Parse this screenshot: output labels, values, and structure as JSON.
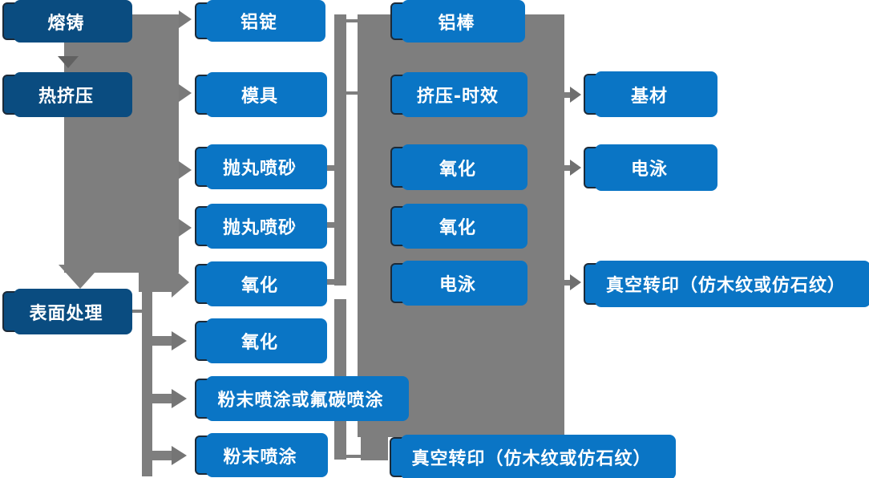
{
  "diagram": {
    "description": "Aluminium profile production process flow chart",
    "colors": {
      "stage_box": "#0a4c80",
      "process_box": "#0a75c5",
      "box_border": "#1c2a38",
      "box_text": "#ffffff",
      "connector_gray": "#7e7e7e",
      "arrow_dark_gray": "#616161",
      "background": "#ffffff"
    },
    "nodes": [
      {
        "id": "melting-casting",
        "label": "熔铸",
        "column": 1,
        "row": 1
      },
      {
        "id": "hot-extrusion",
        "label": "热挤压",
        "column": 1,
        "row": 2
      },
      {
        "id": "surface-treatment",
        "label": "表面处理",
        "column": 1,
        "row": 6
      },
      {
        "id": "aluminum-ingot",
        "label": "铝锭",
        "column": 2,
        "row": 1
      },
      {
        "id": "mold",
        "label": "模具",
        "column": 2,
        "row": 2
      },
      {
        "id": "shot-blasting-1",
        "label": "抛丸喷砂",
        "column": 2,
        "row": 3
      },
      {
        "id": "shot-blasting-2",
        "label": "抛丸喷砂",
        "column": 2,
        "row": 4
      },
      {
        "id": "oxidation-1",
        "label": "氧化",
        "column": 2,
        "row": 5
      },
      {
        "id": "oxidation-2",
        "label": "氧化",
        "column": 2,
        "row": 6
      },
      {
        "id": "powder-or-fluorocarbon",
        "label": "粉末喷涂或氟碳喷涂",
        "column": 2,
        "row": 7
      },
      {
        "id": "powder-coating",
        "label": "粉末喷涂",
        "column": 2,
        "row": 8
      },
      {
        "id": "aluminum-rod",
        "label": "铝棒",
        "column": 3,
        "row": 1
      },
      {
        "id": "extrusion-aging",
        "label": "挤压-时效",
        "column": 3,
        "row": 2
      },
      {
        "id": "oxidation-3",
        "label": "氧化",
        "column": 3,
        "row": 3
      },
      {
        "id": "oxidation-4",
        "label": "氧化",
        "column": 3,
        "row": 4
      },
      {
        "id": "electrophoresis-1",
        "label": "电泳",
        "column": 3,
        "row": 5
      },
      {
        "id": "vacuum-transfer-bottom",
        "label": "真空转印（仿木纹或仿石纹）",
        "column": 3,
        "row": 8
      },
      {
        "id": "base-material",
        "label": "基材",
        "column": 4,
        "row": 2
      },
      {
        "id": "electrophoresis-2",
        "label": "电泳",
        "column": 4,
        "row": 3
      },
      {
        "id": "vacuum-transfer-right",
        "label": "真空转印（仿木纹或仿石纹）",
        "column": 4,
        "row": 5
      }
    ],
    "edges": [
      {
        "from": "melting-casting",
        "to": "hot-extrusion"
      },
      {
        "from": "melting-casting",
        "to": "aluminum-ingot"
      },
      {
        "from": "hot-extrusion",
        "to": "mold"
      },
      {
        "from": "hot-extrusion",
        "to": "shot-blasting-1"
      },
      {
        "from": "hot-extrusion",
        "to": "shot-blasting-2"
      },
      {
        "from": "hot-extrusion",
        "to": "oxidation-1"
      },
      {
        "from": "hot-extrusion",
        "to": "surface-treatment"
      },
      {
        "from": "surface-treatment",
        "to": "oxidation-2"
      },
      {
        "from": "surface-treatment",
        "to": "powder-or-fluorocarbon"
      },
      {
        "from": "surface-treatment",
        "to": "powder-coating"
      },
      {
        "from": "aluminum-ingot",
        "to": "aluminum-rod"
      },
      {
        "from": "mold",
        "to": "extrusion-aging"
      },
      {
        "from": "extrusion-aging",
        "to": "base-material"
      },
      {
        "from": "oxidation-3",
        "to": "electrophoresis-2"
      },
      {
        "from": "electrophoresis-1",
        "to": "vacuum-transfer-right"
      },
      {
        "from": "powder-coating",
        "to": "vacuum-transfer-bottom"
      }
    ]
  }
}
